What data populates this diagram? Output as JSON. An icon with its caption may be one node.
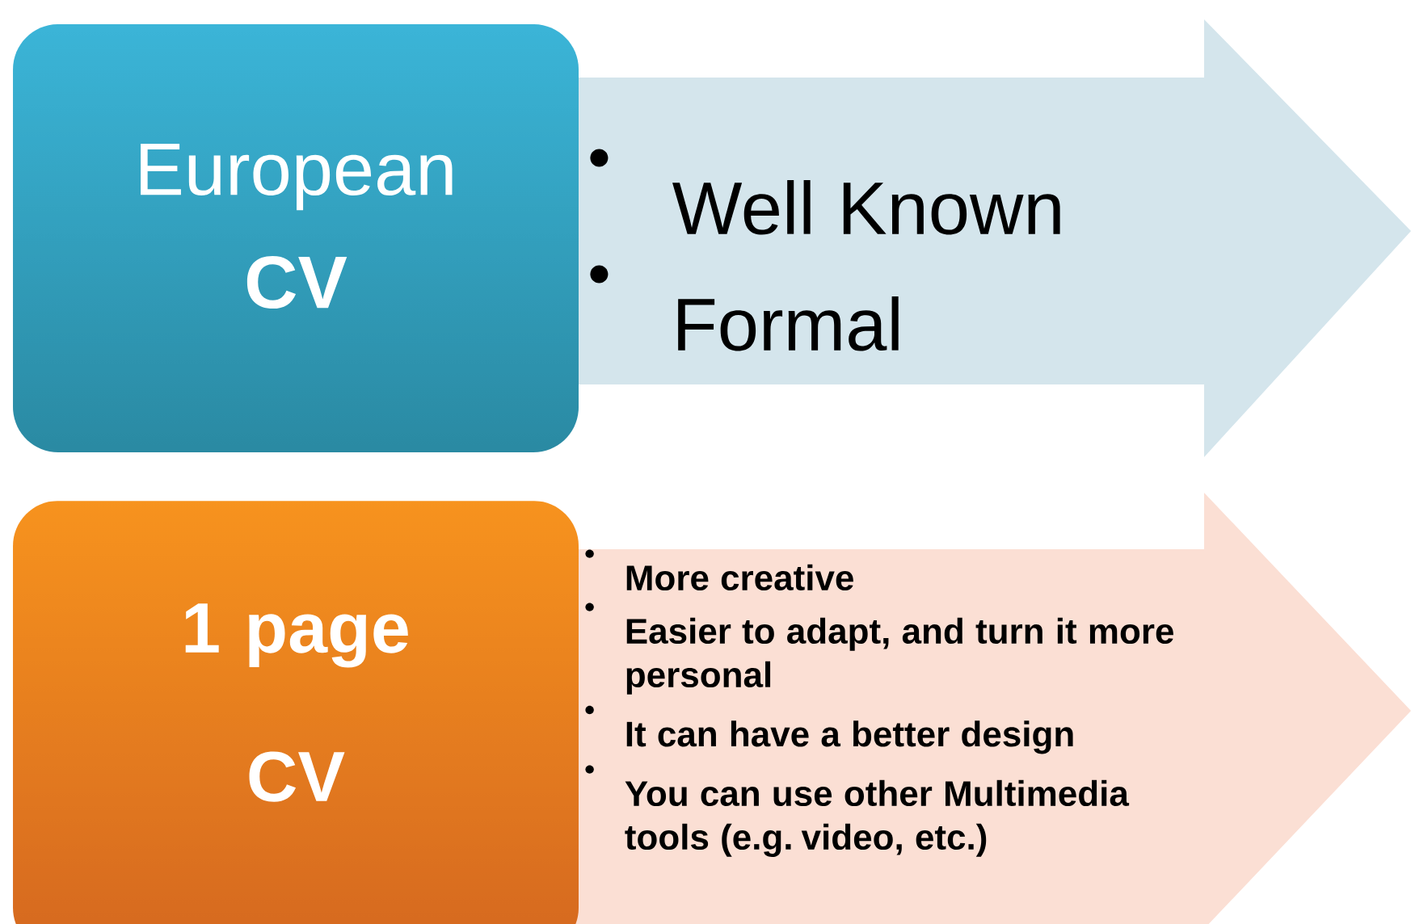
{
  "diagram": {
    "nodes": [
      {
        "text": [
          "European **CV**"
        ]
      },
      {
        "text": [
          "Well Known",
          "Formal"
        ]
      },
      {
        "text": [
          "1 page CV"
        ]
      },
      {
        "text": [
          "More creative",
          "Easier to adapt, and turn it more personal",
          "It can have a better design",
          "You can use other Multimedia tools (e.g. video, etc.)"
        ]
      }
    ],
    "edges": []
  }
}
